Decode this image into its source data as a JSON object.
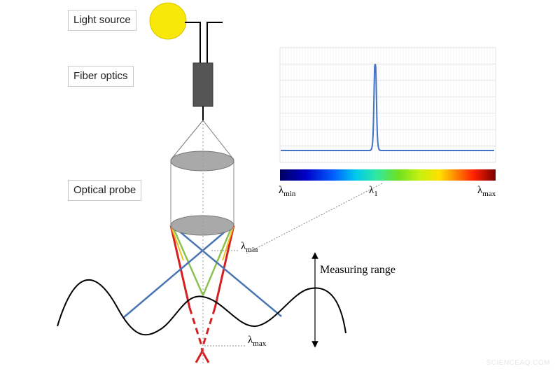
{
  "labels": {
    "light_source": "Light source",
    "fiber_optics": "Fiber optics",
    "optical_probe": "Optical probe",
    "measuring_range": "Measuring range"
  },
  "lambda": {
    "symbol": "λ",
    "min_sub": "min",
    "one_sub": "1",
    "max_sub": "max"
  },
  "colors": {
    "light_bulb": "#f7e80a",
    "probe_body": "#555555",
    "spectrum_line": "#4472c4",
    "ray_blue": "#4a74b4",
    "ray_green": "#8cc152",
    "ray_red": "#d42020",
    "surface": "#000000"
  },
  "watermark": "SCIENCEAQ.COM"
}
